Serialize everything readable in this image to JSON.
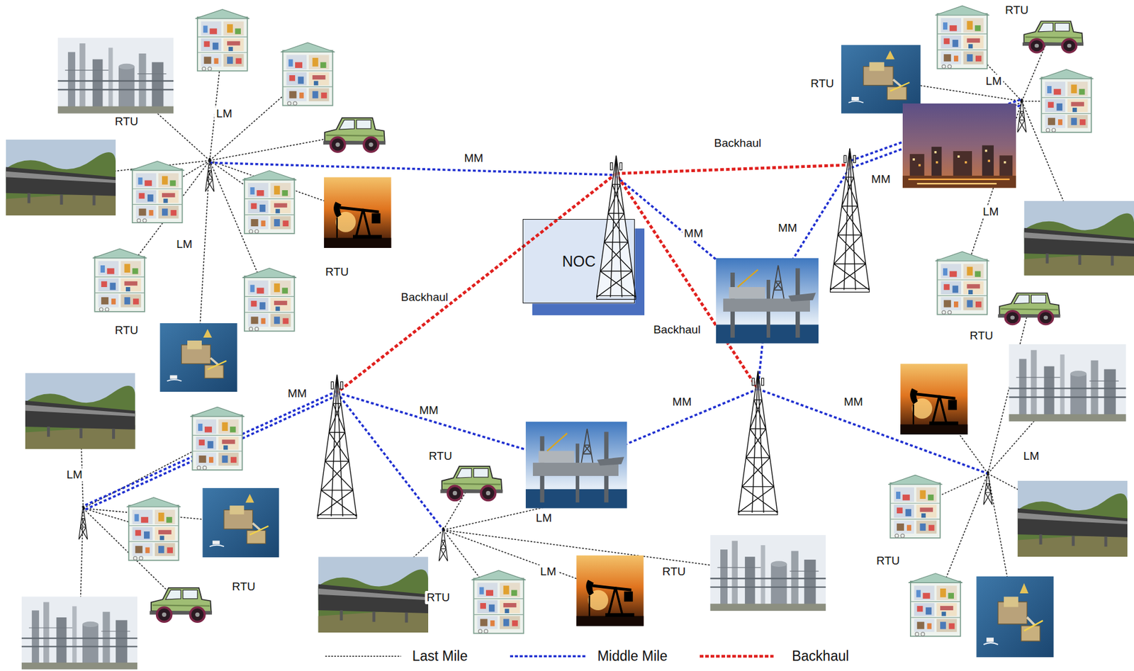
{
  "diagram": {
    "nodes": [
      {
        "text": [
          "NOC"
        ]
      }
    ],
    "labels": [
      "RTU",
      "LM",
      "LM",
      "RTU",
      "RTU",
      "MM",
      "Backhaul",
      "MM",
      "MM",
      "MM",
      "Backhaul",
      "Backhaul",
      "RTU",
      "RTU",
      "LM",
      "LM",
      "RTU",
      "MM",
      "MM",
      "LM",
      "RTU",
      "LM",
      "RTU",
      "RTU",
      "LM",
      "RTU",
      "MM",
      "MM",
      "LM",
      "RTU"
    ],
    "legend": [
      {
        "text": "Last Mile"
      },
      {
        "text": "Middle Mile"
      },
      {
        "text": "Backhaul"
      }
    ]
  }
}
